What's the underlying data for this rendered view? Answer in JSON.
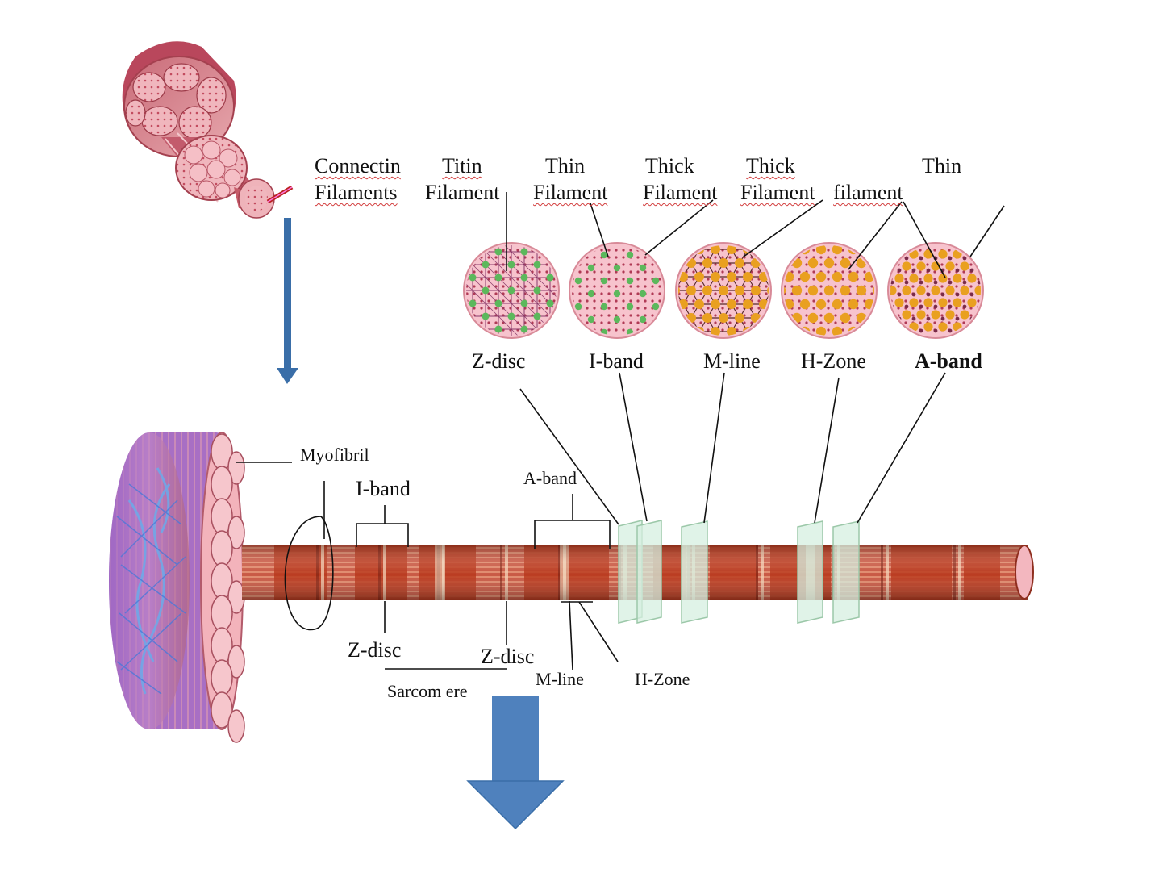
{
  "labels": {
    "connectin": "Connectin",
    "filaments": "Filaments",
    "titin": "Titin",
    "titin_filament": "Filament",
    "thin1": "Thin",
    "thin1_filament": "Filament",
    "thick1": "Thick",
    "thick1_filament": "Filament",
    "thick2": "Thick",
    "thick2_filament": "Filament",
    "thin2": "Thin",
    "thin2_filament": "filament",
    "cs_zdisc": "Z-disc",
    "cs_iband": "I-band",
    "cs_mline": "M-line",
    "cs_hzone": "H-Zone",
    "cs_aband": "A-band",
    "myofibril": "Myofibril",
    "iband": "I-band",
    "aband": "A-band",
    "zdisc_left": "Z-disc",
    "zdisc_right": "Z-disc",
    "mline": "M-line",
    "hzone": "H-Zone",
    "sarcomere": "Sarcom ere"
  },
  "colors": {
    "arrow": "#4f81bd",
    "arrow_dark": "#3a6ea8",
    "disc_pink": "#f7c3cd",
    "disc_rim": "#d88a98",
    "thin_dot": "#5cb85c",
    "thick_dot": "#e9a020",
    "fiber_red": "#b8381c",
    "fiber_pale": "#d77a55",
    "plane_fill": "#d6efe0"
  },
  "cross_sections": [
    {
      "name": "z-disc",
      "pattern": "titin-grid"
    },
    {
      "name": "i-band",
      "pattern": "thin-only"
    },
    {
      "name": "m-line",
      "pattern": "thick-lattice"
    },
    {
      "name": "h-zone",
      "pattern": "thick-only"
    },
    {
      "name": "a-band",
      "pattern": "thick-and-thin"
    }
  ]
}
